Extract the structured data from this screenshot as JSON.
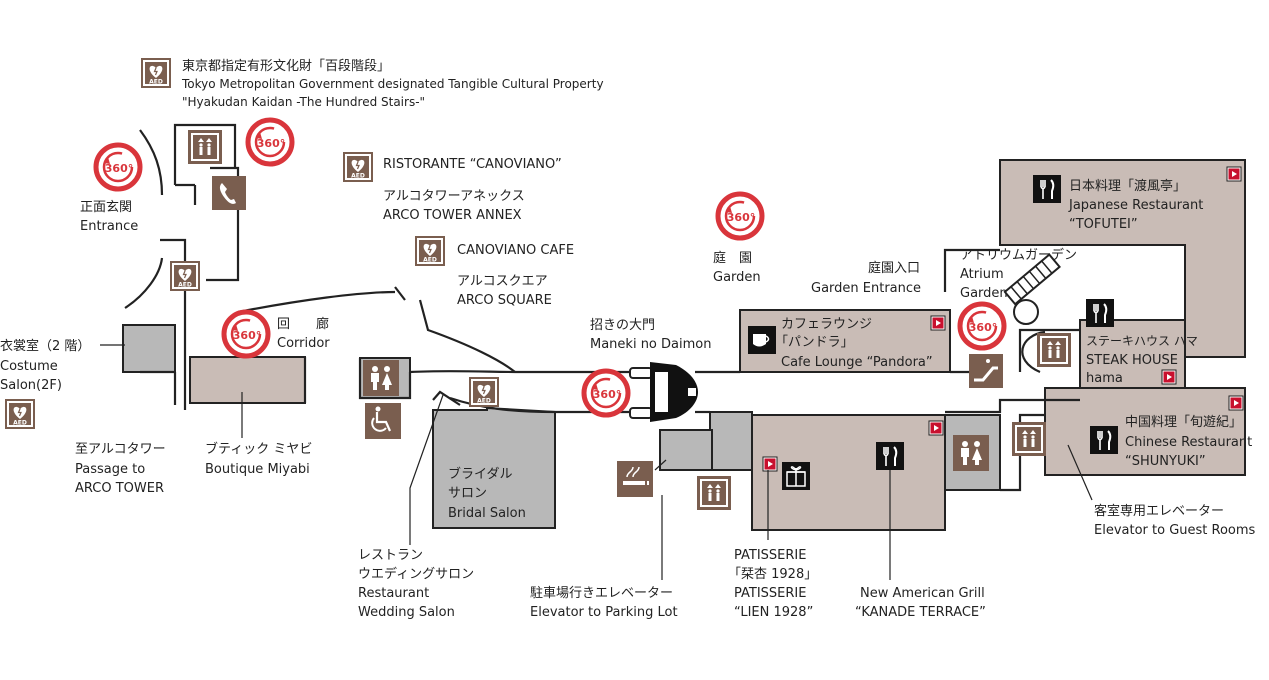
{
  "colors": {
    "icon_brown": "#7a5e4f",
    "room_pink": "#c9bcb6",
    "room_gray": "#b8b8b8",
    "marker_red": "#d9353b",
    "arrow_red": "#c8102e"
  },
  "icons": {
    "aed": "AED",
    "view360": "360°"
  },
  "labels": {
    "stairs_jp": "東京都指定有形文化財「百段階段」",
    "stairs_en1": "Tokyo Metropolitan Government designated Tangible Cultural Property",
    "stairs_en2": "\"Hyakudan Kaidan -The Hundred Stairs-\"",
    "canoviano_name": "RISTORANTE “CANOVIANO”",
    "annex_jp": "アルコタワーアネックス",
    "annex_en": "ARCO TOWER ANNEX",
    "cafe_name": "CANOVIANO CAFE",
    "square_jp": "アルコスクエア",
    "square_en": "ARCO SQUARE",
    "entrance_jp": "正面玄関",
    "entrance_en": "Entrance",
    "garden_jp": "庭　園",
    "garden_en": "Garden",
    "garden_entrance_jp": "庭園入口",
    "garden_entrance_en": "Garden Entrance",
    "atrium_jp": "アトリウムガーデン",
    "atrium_en1": "Atrium",
    "atrium_en2": "Garden",
    "tofutei_jp": "日本料理「渡風亭」",
    "tofutei_en1": "Japanese Restaurant",
    "tofutei_en2": "“TOFUTEI”",
    "corridor_jp": "回　　廊",
    "corridor_en": "Corridor",
    "costume_jp": "衣裳室（2 階）",
    "costume_en1": "Costume",
    "costume_en2": "Salon(2F)",
    "maneki_jp": "招きの大門",
    "maneki_en": "Maneki no Daimon",
    "pandora_jp1": "カフェラウンジ",
    "pandora_jp2": "「パンドラ」",
    "pandora_en": "Cafe Lounge “Pandora”",
    "steak_jp": "ステーキハウス ハマ",
    "steak_en1": "STEAK HOUSE",
    "steak_en2": "hama",
    "passage_jp": "至アルコタワー",
    "passage_en1": "Passage to",
    "passage_en2": "ARCO TOWER",
    "boutique_jp": "ブティック ミヤビ",
    "boutique_en": "Boutique Miyabi",
    "bridal_jp1": "ブライダル",
    "bridal_jp2": "サロン",
    "bridal_en": "Bridal Salon",
    "shunyuki_jp": "中国料理「旬遊紀」",
    "shunyuki_en1": "Chinese Restaurant",
    "shunyuki_en2": "“SHUNYUKI”",
    "guest_elev_jp": "客室専用エレベーター",
    "guest_elev_en": "Elevator to Guest Rooms",
    "wedding_jp1": "レストラン",
    "wedding_jp2": "ウエディングサロン",
    "wedding_en1": "Restaurant",
    "wedding_en2": "Wedding Salon",
    "parking_jp": "駐車場行きエレベーター",
    "parking_en": "Elevator to Parking Lot",
    "patisserie_en1": "PATISSERIE",
    "patisserie_jp": "「栞杏 1928」",
    "patisserie_en2": "PATISSERIE",
    "patisserie_en3": "“LIEN 1928”",
    "kanade_en1": "New American Grill",
    "kanade_en2": "“KANADE TERRACE”"
  }
}
